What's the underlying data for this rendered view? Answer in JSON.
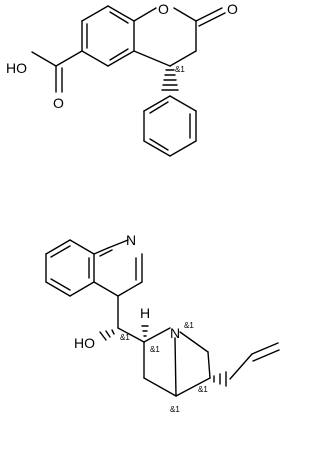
{
  "molecule_top": {
    "atoms": {
      "ring_oxygen": "O",
      "carbonyl_oxygen": "O",
      "acid_oh": "HO",
      "acid_carbonyl_oxygen": "O"
    },
    "stereo_labels": [
      "&1"
    ]
  },
  "molecule_bottom": {
    "atoms": {
      "quinoline_nitrogen": "N",
      "hydroxyl": "HO",
      "bridge_nitrogen": "N",
      "hydrogen": "H"
    },
    "stereo_labels": [
      "&1",
      "&1",
      "&1",
      "&1",
      "&1"
    ]
  }
}
